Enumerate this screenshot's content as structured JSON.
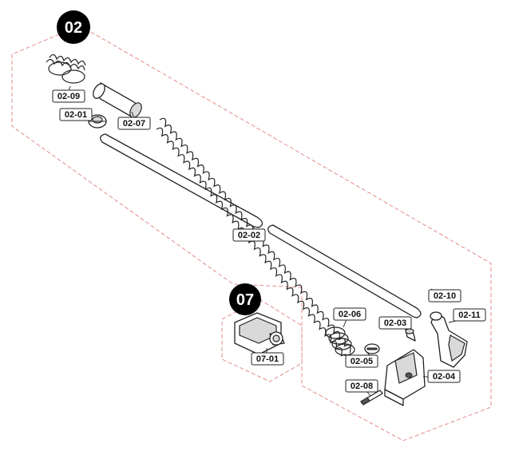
{
  "groups": [
    {
      "label": "02"
    },
    {
      "label": "07"
    }
  ],
  "callouts": [
    {
      "label": "02-09"
    },
    {
      "label": "02-01"
    },
    {
      "label": "02-07"
    },
    {
      "label": "02-02"
    },
    {
      "label": "02-10"
    },
    {
      "label": "02-06"
    },
    {
      "label": "02-03"
    },
    {
      "label": "02-11"
    },
    {
      "label": "02-05"
    },
    {
      "label": "02-04"
    },
    {
      "label": "02-08"
    },
    {
      "label": "07-01"
    }
  ],
  "colors": {
    "outline": "#e58a8a",
    "badge": "#000000",
    "ink": "#222222"
  }
}
